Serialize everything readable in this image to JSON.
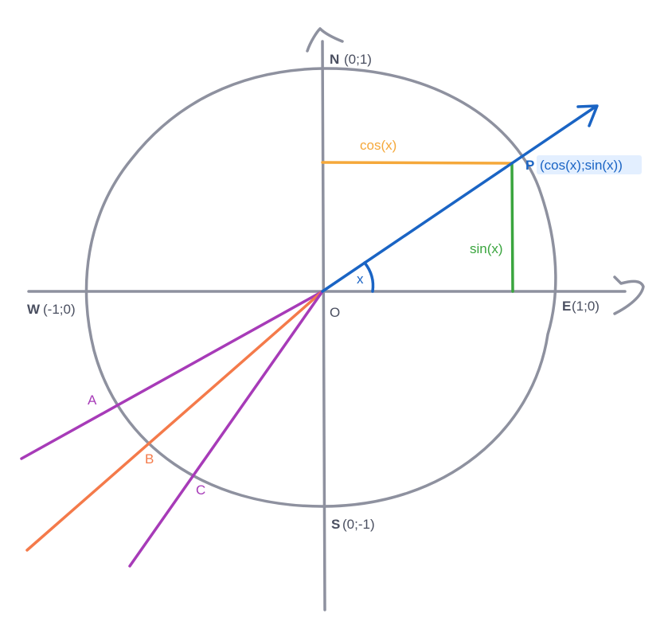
{
  "labels": {
    "north_letter": "N",
    "north_coord": "(0;1)",
    "south_letter": "S",
    "south_coord": "(0;-1)",
    "east_letter": "E",
    "east_coord": "(1;0)",
    "west_letter": "W",
    "west_coord": "(-1;0)",
    "origin": "O",
    "point_letter": "P",
    "point_coord": "(cos(x);sin(x))",
    "cos": "cos(x)",
    "sin": "sin(x)",
    "angle": "x",
    "ray_a": "A",
    "ray_b": "B",
    "ray_c": "C"
  },
  "colors": {
    "axis": "#8e919f",
    "circle": "#8e919f",
    "ray_p": "#1a64c4",
    "cos": "#f5a83a",
    "sin": "#3aa53e",
    "ray_a": "#a73bb8",
    "ray_b": "#f47a4a",
    "ray_c": "#a73bb8",
    "label_dark": "#4a4f60",
    "highlight": "#e3efff"
  }
}
